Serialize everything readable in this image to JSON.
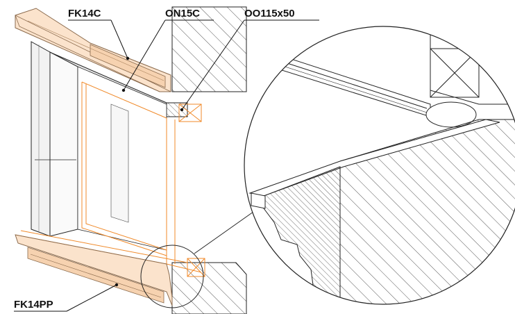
{
  "labels": {
    "cornice": "FK14C",
    "lintel_profile": "ON15C",
    "lintel_size": "OO115x50",
    "sill": "FK14PP"
  },
  "colors": {
    "stone_fill": "#fbe3cc",
    "stone_edge": "#c9a27c",
    "orange_line": "#f08a2a",
    "ink": "#222222",
    "hatch": "#555555"
  }
}
